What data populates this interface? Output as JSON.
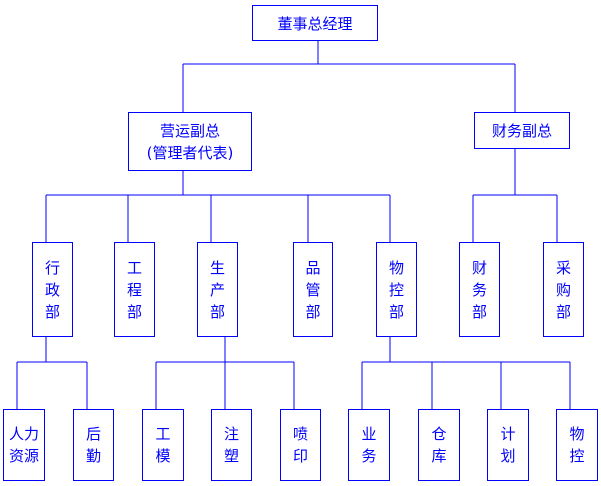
{
  "ceo": {
    "label": "董事总经理"
  },
  "ops_vp": {
    "line1": "营运副总",
    "line2": "(管理者代表)"
  },
  "fin_vp": {
    "label": "财务副总"
  },
  "departments": {
    "admin": [
      "行",
      "政",
      "部"
    ],
    "engineering": [
      "工",
      "程",
      "部"
    ],
    "production": [
      "生",
      "产",
      "部"
    ],
    "quality": [
      "品",
      "管",
      "部"
    ],
    "material_control": [
      "物",
      "控",
      "部"
    ],
    "finance": [
      "财",
      "务",
      "部"
    ],
    "purchasing": [
      "采",
      "购",
      "部"
    ]
  },
  "units": {
    "hr": [
      "人力",
      "资源"
    ],
    "logistics": [
      "后",
      "勤"
    ],
    "molding": [
      "工",
      "模"
    ],
    "injection": [
      "注",
      "塑"
    ],
    "spray_print": [
      "喷",
      "印"
    ],
    "business": [
      "业",
      "务"
    ],
    "warehouse": [
      "仓",
      "库"
    ],
    "planning": [
      "计",
      "划"
    ],
    "material": [
      "物",
      "控"
    ]
  }
}
